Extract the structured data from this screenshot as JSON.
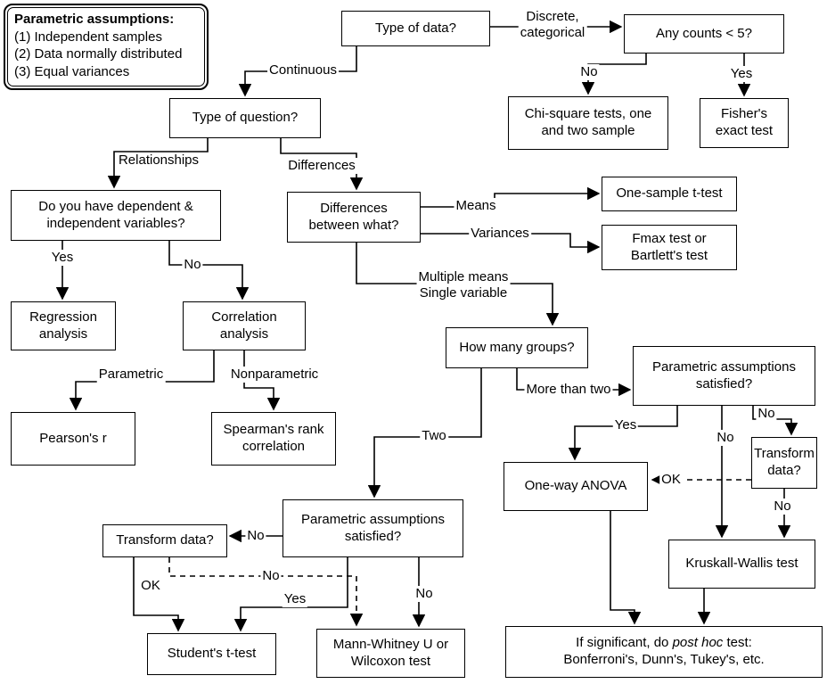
{
  "legend": {
    "title": "Parametric assumptions:",
    "items": [
      "(1) Independent samples",
      "(2) Data normally distributed",
      "(3) Equal variances"
    ]
  },
  "nodes": {
    "type_of_data": "Type of data?",
    "any_counts": "Any counts < 5?",
    "chi_square": "Chi-square tests, one\nand two sample",
    "fishers": "Fisher's\nexact test",
    "type_of_question": "Type of question?",
    "dep_indep": "Do you have dependent &\nindependent variables?",
    "diff_between": "Differences\nbetween what?",
    "one_sample_t": "One-sample t-test",
    "fmax": "Fmax test or\nBartlett's test",
    "how_many": "How many groups?",
    "param_right": "Parametric assumptions\nsatisfied?",
    "regression": "Regression\nanalysis",
    "correlation": "Correlation\nanalysis",
    "pearsons": "Pearson's r",
    "spearmans": "Spearman's rank\ncorrelation",
    "anova": "One-way ANOVA",
    "transform_right": "Transform\ndata?",
    "kruskall": "Kruskall-Wallis test",
    "param_lower": "Parametric assumptions\nsatisfied?",
    "transform_left": "Transform data?",
    "students_t": "Student's t-test",
    "mann_whitney": "Mann-Whitney U or\nWilcoxon test"
  },
  "post_hoc": {
    "prefix": "If significant, do ",
    "italic": "post hoc",
    "suffix": " test:",
    "line2": "Bonferroni's, Dunn's, Tukey's, etc."
  },
  "edge_labels": {
    "discrete": "Discrete,\ncategorical",
    "continuous": "Continuous",
    "no_chi": "No",
    "yes_fisher": "Yes",
    "relationships": "Relationships",
    "differences": "Differences",
    "means": "Means",
    "variances": "Variances",
    "multiple_means": "Multiple means\nSingle variable",
    "yes_regression": "Yes",
    "no_correlation": "No",
    "parametric": "Parametric",
    "nonparametric": "Nonparametric",
    "more_than_two": "More than two",
    "two": "Two",
    "yes_anova": "Yes",
    "no_to_transform_right": "No",
    "no_to_kruskall": "No",
    "ok_to_anova": "OK",
    "no_transform_to_kruskall": "No",
    "no_to_transform_left": "No",
    "ok_to_students": "OK",
    "no_dashed_to_mann": "No",
    "yes_to_students": "Yes",
    "no_to_mann": "No"
  },
  "colors": {
    "line": "#000000",
    "box_border": "#000000",
    "background": "#ffffff"
  }
}
